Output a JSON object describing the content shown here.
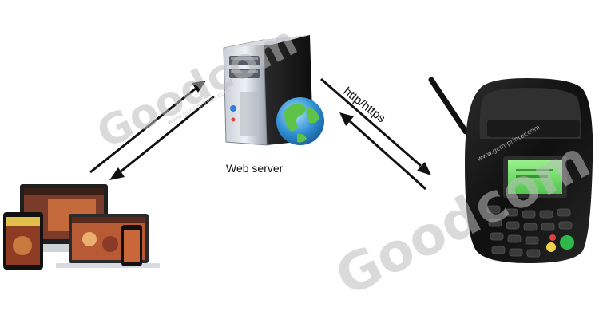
{
  "nodes": {
    "server": {
      "label": "Web server"
    }
  },
  "edges": {
    "protocol": {
      "label": "http/https"
    }
  },
  "watermark": {
    "brand_left": "Goodcom",
    "brand_right": "Goodcom",
    "url": "www.gcm-printer.com"
  },
  "colors": {
    "arrow": "#111111",
    "printer_screen": "#7fe07a",
    "ok_key": "#2fb84a",
    "globe": "#3aa0d8"
  }
}
